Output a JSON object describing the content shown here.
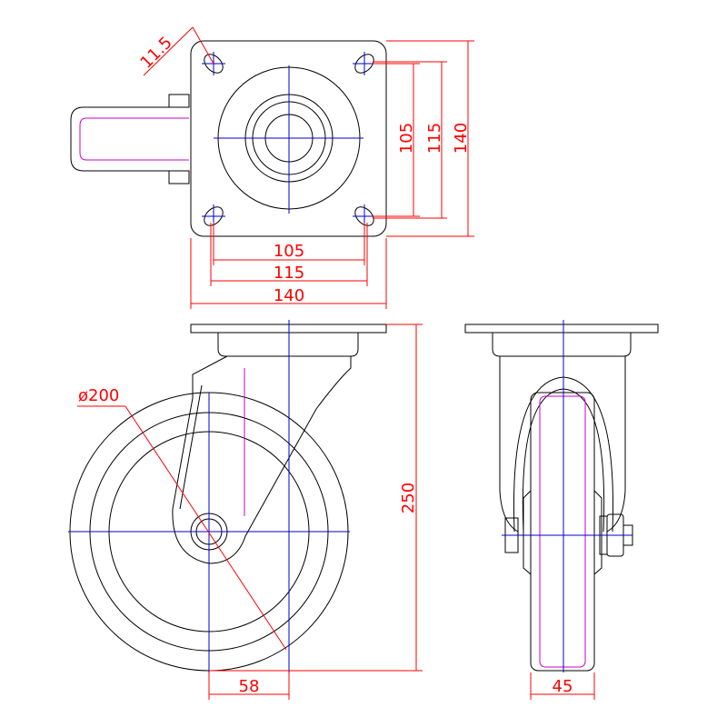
{
  "colors": {
    "outline": "#000000",
    "centerline": "#0000cc",
    "dimension": "#ff0000",
    "accent": "#cc00cc",
    "background": "#ffffff"
  },
  "top_view": {
    "hole_offset": "11.5",
    "vertical_dims": [
      "105",
      "115",
      "140"
    ],
    "horizontal_dims": [
      "105",
      "115",
      "140"
    ]
  },
  "front_view": {
    "wheel_diameter": "ø200",
    "overall_height": "250",
    "offset": "58"
  },
  "side_view": {
    "wheel_width": "45"
  }
}
